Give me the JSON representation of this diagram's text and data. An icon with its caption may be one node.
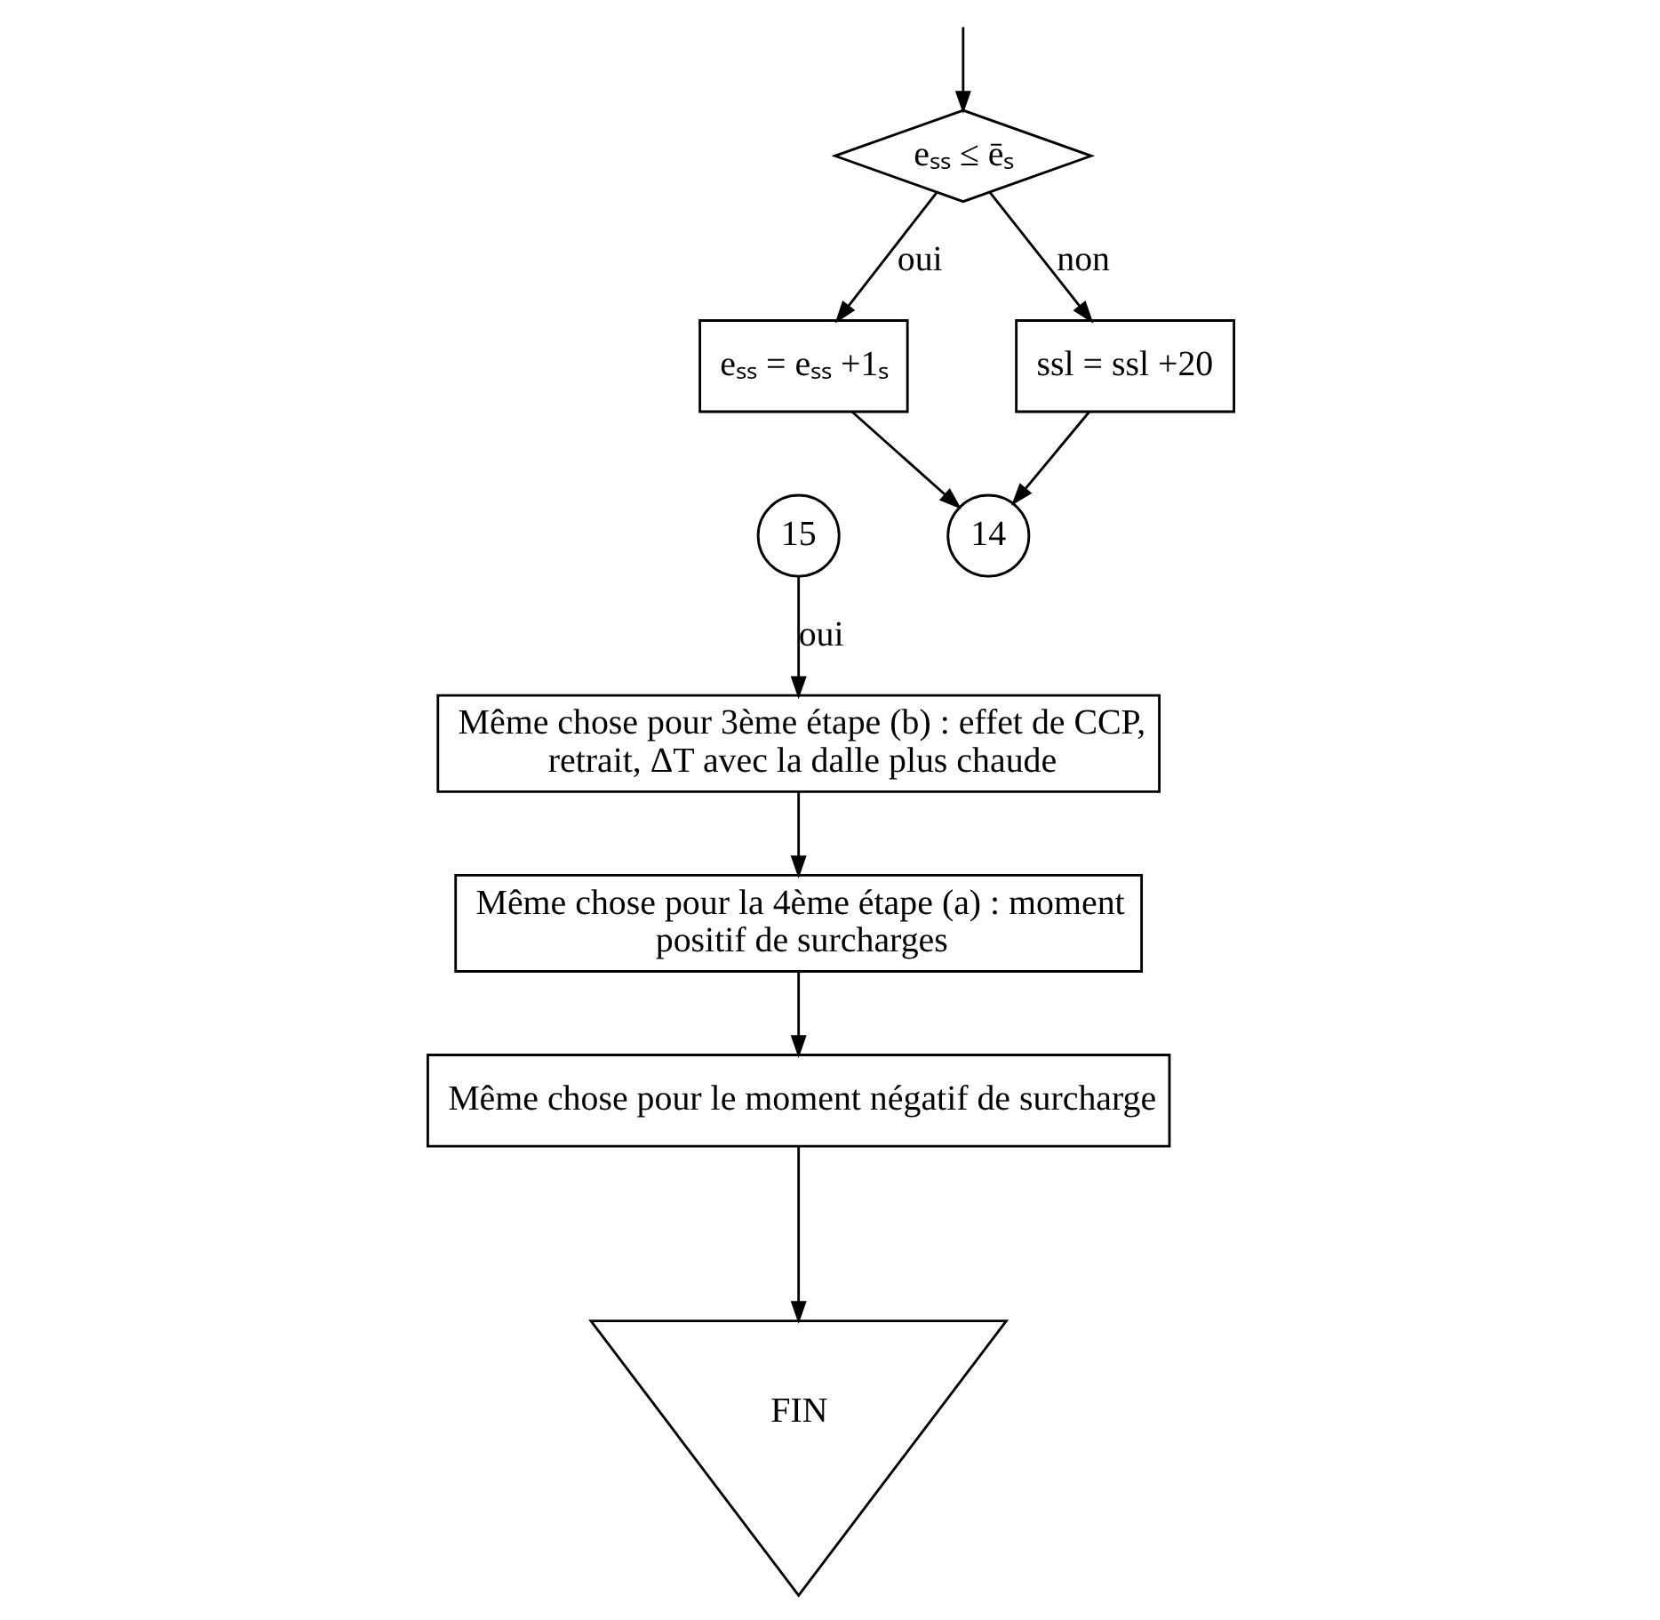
{
  "diagram": {
    "nodes": [
      {
        "text": [
          "15"
        ]
      },
      {
        "text": [
          "eₛₛ ≤ ēₛ"
        ]
      },
      {
        "text": [
          "14"
        ]
      },
      {
        "text": [
          "eₛₛ = eₛₛ +1ₛ"
        ]
      },
      {
        "text": [
          "ssl = ssl +20"
        ]
      },
      {
        "text": [
          "Même chose pour 3ème étape (b) : effet de CCP, retrait, ΔT avec la dalle plus chaude"
        ]
      },
      {
        "text": [
          "Même chose pour la 4ème étape (a) : moment positif de surcharges"
        ]
      },
      {
        "text": [
          "Même chose pour le moment négatif de surcharge"
        ]
      },
      {
        "text": [
          "FIN"
        ]
      }
    ],
    "edges": [
      {
        "from": null,
        "to": 1,
        "arrow": "to"
      },
      {
        "from": 1,
        "to": 3,
        "arrow": "to",
        "label": "oui"
      },
      {
        "from": 1,
        "to": 4,
        "arrow": "to",
        "label": "non"
      },
      {
        "from": 3,
        "to": 2,
        "arrow": "to"
      },
      {
        "from": 4,
        "to": 2,
        "arrow": "to"
      },
      {
        "from": 0,
        "to": 5,
        "arrow": "to",
        "label": "oui"
      },
      {
        "from": 5,
        "to": 6,
        "arrow": "to"
      },
      {
        "from": 6,
        "to": 7,
        "arrow": "to"
      },
      {
        "from": 7,
        "to": 8,
        "arrow": "to"
      }
    ]
  }
}
